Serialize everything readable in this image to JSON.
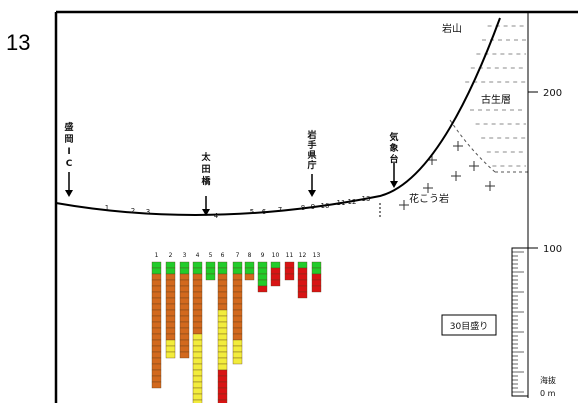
{
  "page_number": "13",
  "labels": {
    "ganzan": "岩山",
    "kosei": "古生層",
    "kakougan": "花こう岩",
    "morioka_ic": "盛岡IC",
    "ota_bashi": "太田橋",
    "iwate_kencho": "岩手県庁",
    "kishodai": "気象台",
    "stick": "30目盛り",
    "sea_level": "海抜",
    "zero_m": "0 m"
  },
  "scale_ticks": [
    "200",
    "100"
  ],
  "surface_point_numbers": [
    "1",
    "2",
    "3",
    "4",
    "5",
    "6",
    "7",
    "8",
    "9",
    "10",
    "11",
    "12",
    "13"
  ],
  "core_columns": [
    {
      "num": "1",
      "green": 2,
      "orange": 19,
      "yellow": 0,
      "red": 0
    },
    {
      "num": "2",
      "green": 2,
      "orange": 11,
      "yellow": 3,
      "red": 0
    },
    {
      "num": "3",
      "green": 2,
      "orange": 14,
      "yellow": 0,
      "red": 0
    },
    {
      "num": "4",
      "green": 2,
      "orange": 10,
      "yellow": 12,
      "red": 0
    },
    {
      "num": "5",
      "green": 3,
      "orange": 0,
      "yellow": 0,
      "red": 0
    },
    {
      "num": "6",
      "green": 2,
      "orange": 6,
      "yellow": 10,
      "red": 6
    },
    {
      "num": "7",
      "green": 2,
      "orange": 11,
      "yellow": 4,
      "red": 0
    },
    {
      "num": "8",
      "green": 2,
      "orange": 1,
      "yellow": 0,
      "red": 0
    },
    {
      "num": "9",
      "green": 4,
      "orange": 0,
      "yellow": 0,
      "red": 1
    },
    {
      "num": "10",
      "green": 1,
      "orange": 0,
      "yellow": 0,
      "red": 3
    },
    {
      "num": "11",
      "green": 0,
      "orange": 0,
      "yellow": 0,
      "red": 3
    },
    {
      "num": "12",
      "green": 1,
      "orange": 0,
      "yellow": 0,
      "red": 5
    },
    {
      "num": "13",
      "green": 2,
      "orange": 0,
      "yellow": 0,
      "red": 3
    }
  ],
  "colors": {
    "green": "#22cc2a",
    "orange": "#d2691e",
    "yellow": "#f2ec3c",
    "red": "#d81414",
    "frame": "#000000"
  }
}
